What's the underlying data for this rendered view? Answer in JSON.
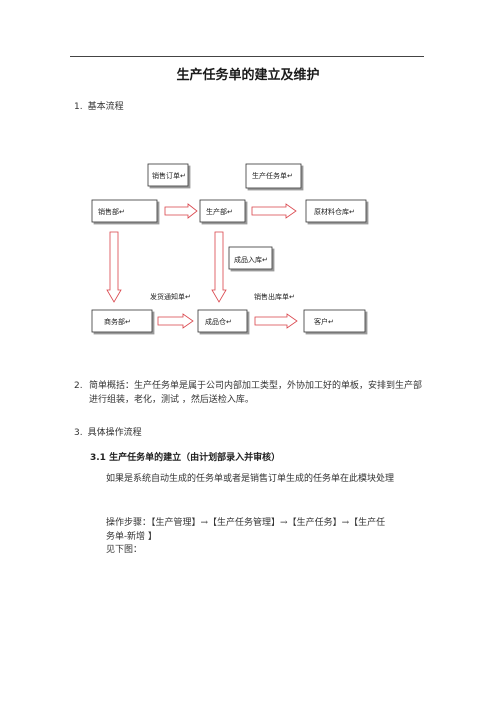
{
  "document": {
    "title": "生产任务单的建立及维护",
    "section1": {
      "num": "1.",
      "label": "基本流程"
    },
    "section2": {
      "num": "2.",
      "text": "简单概括：生产任务单是属于公司内部加工类型，外协加工好的单板，安排到生产部进行组装，老化，测试 ，然后送检入库。"
    },
    "section3": {
      "num": "3.",
      "label": "具体操作流程"
    },
    "subsection": {
      "title": "3.1 生产任务单的建立（由计划部录入并审核）",
      "paragraph1": "如果是系统自动生成的任务单或者是销售订单生成的任务单在此模块处理",
      "steps_line1": "操作步骤：【生产管理】→【生产任务管理】→【生产任务】→【生产任",
      "steps_line2": "务单-新增 】",
      "see_below": "见下图："
    }
  },
  "flowchart": {
    "nodes": {
      "sales_order": "销售订单↵",
      "production_task": "生产任务单↵",
      "sales_dept": "销售部↵",
      "production_dept": "生产部↵",
      "raw_material": "原材料仓库↵",
      "finished_in": "成品入库↵",
      "commerce_dept": "商务部↵",
      "finished_store": "成品仓↵",
      "customer": "客户↵"
    },
    "labels": {
      "delivery_notice": "发货通知单↵",
      "sales_out": "销售出库单↵"
    }
  }
}
